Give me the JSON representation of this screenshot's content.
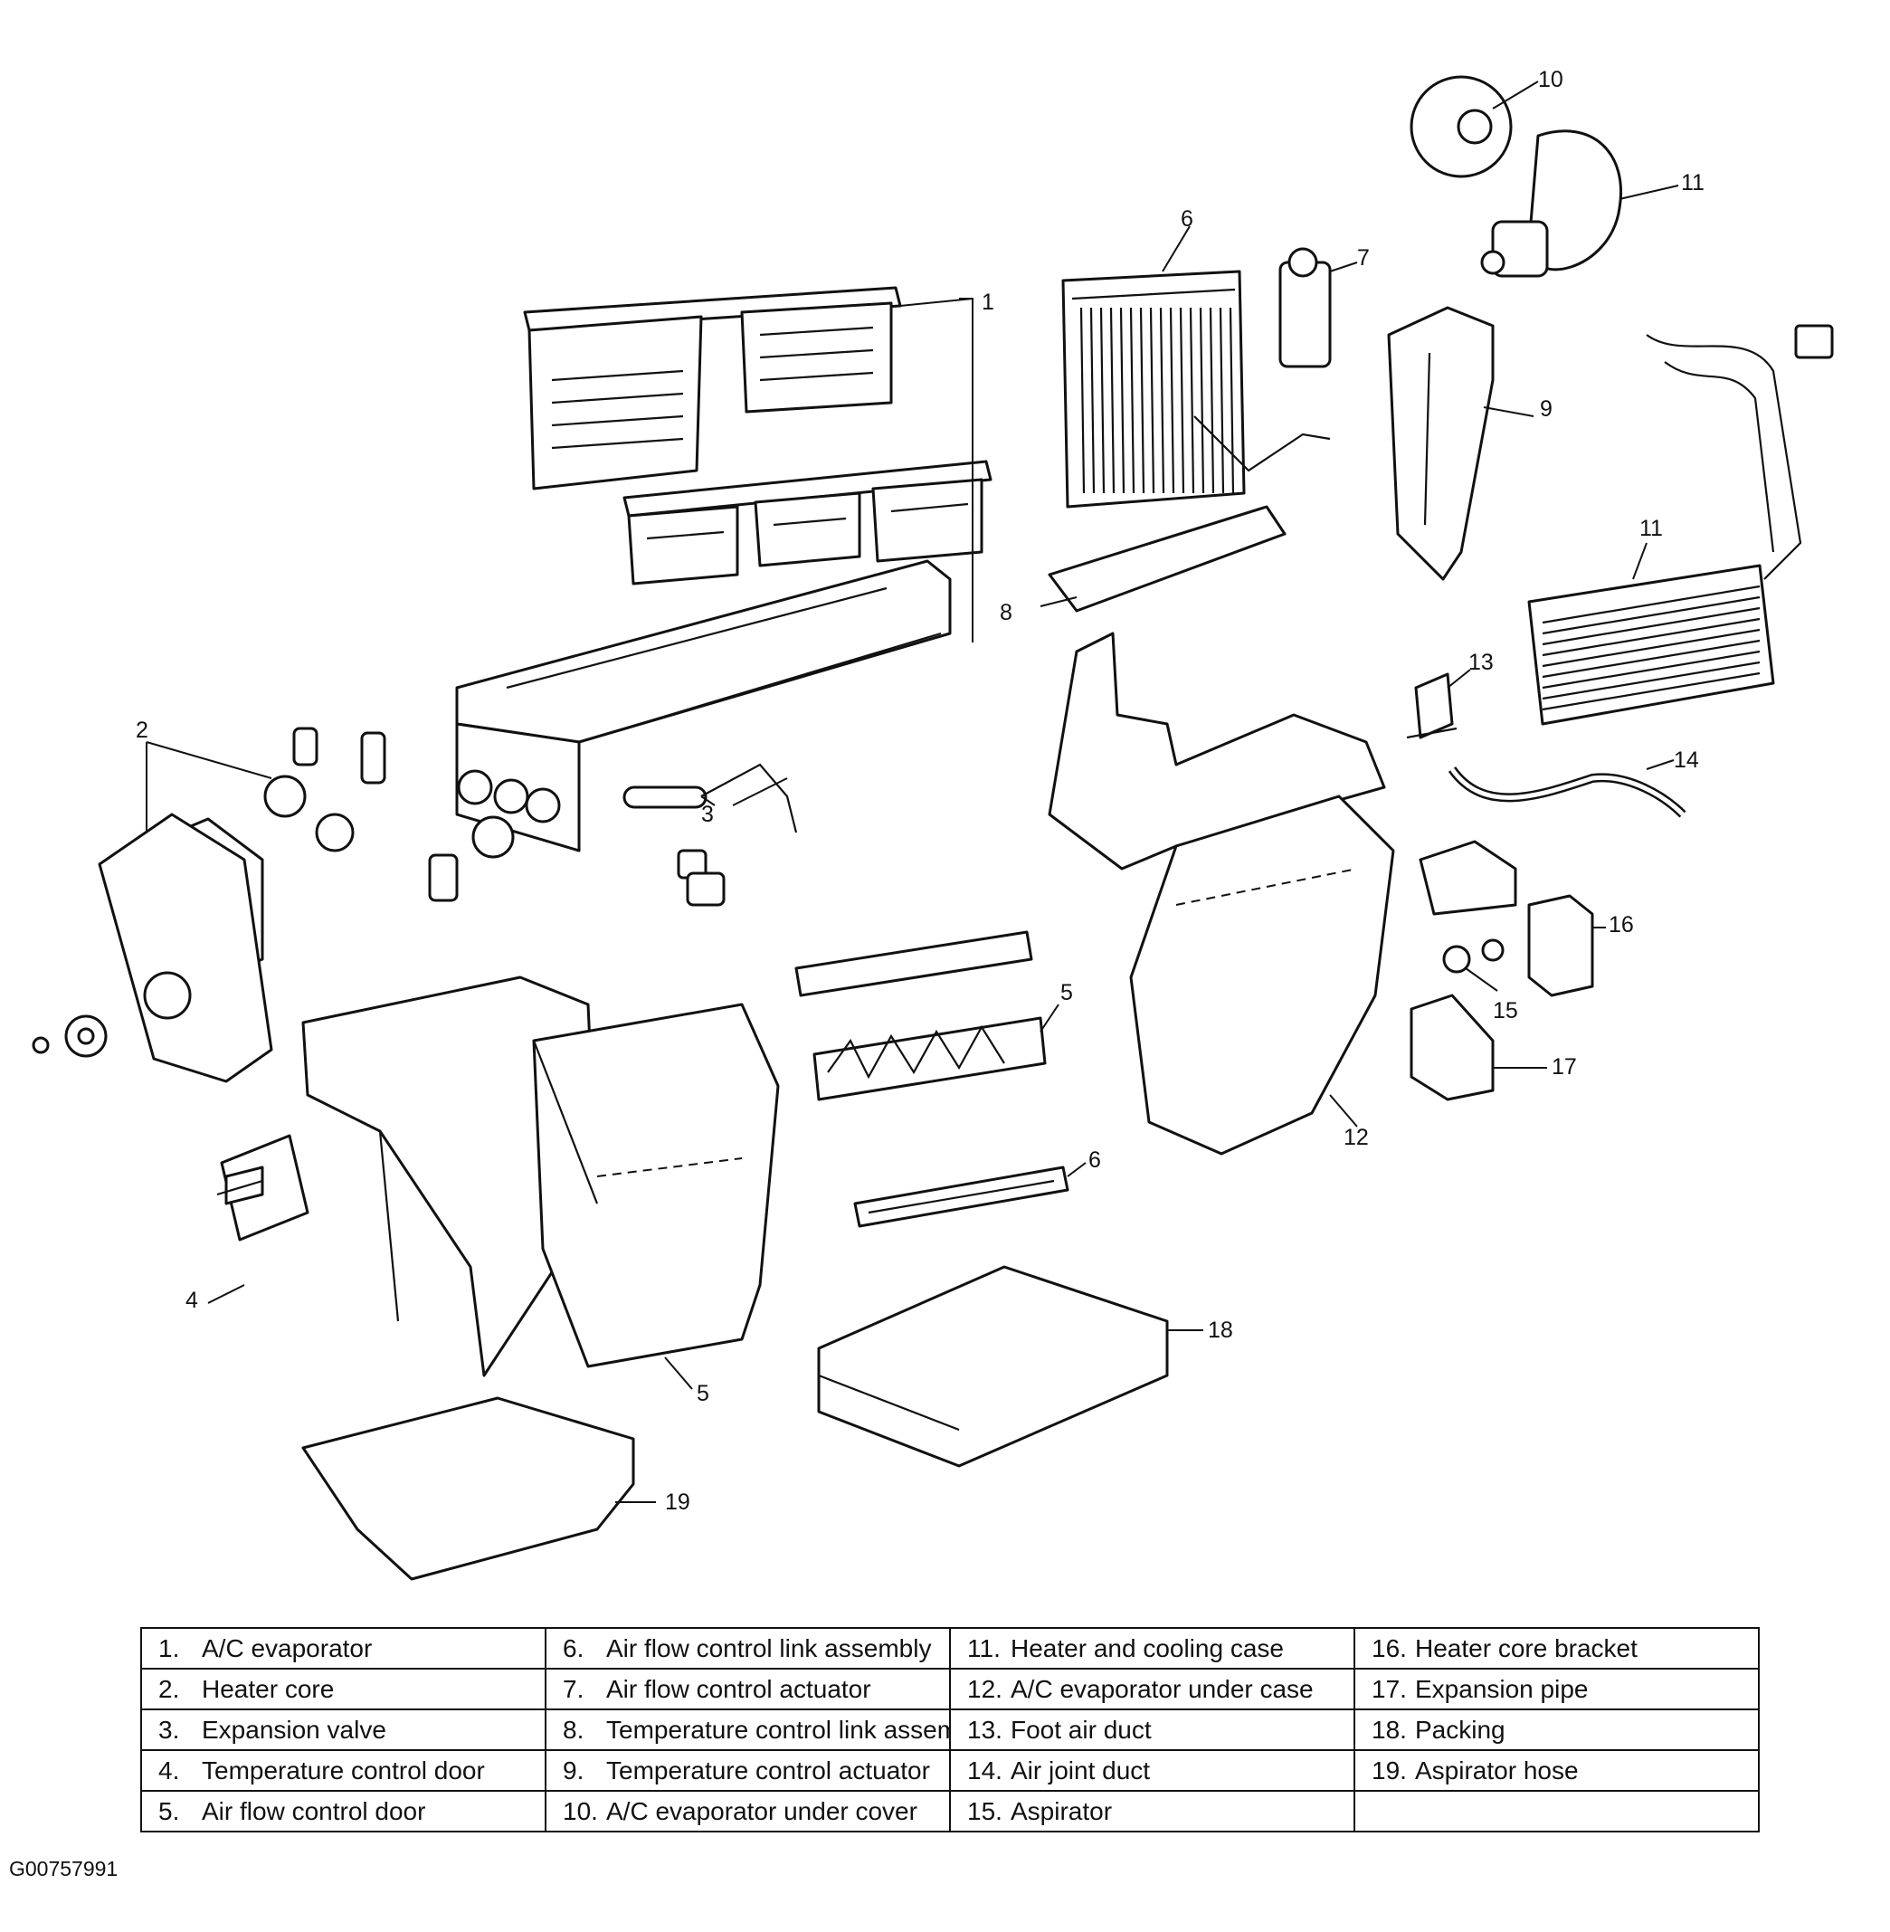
{
  "figure_code": "G00757991",
  "callouts": [
    "1",
    "2",
    "3",
    "4",
    "5",
    "5",
    "6",
    "6",
    "7",
    "8",
    "9",
    "10",
    "11",
    "11",
    "12",
    "13",
    "14",
    "15",
    "16",
    "17",
    "18",
    "19"
  ],
  "legend_columns": [
    [
      {
        "num": "1.",
        "label": "A/C evaporator"
      },
      {
        "num": "2.",
        "label": "Heater core"
      },
      {
        "num": "3.",
        "label": "Expansion valve"
      },
      {
        "num": "4.",
        "label": "Temperature control door"
      },
      {
        "num": "5.",
        "label": "Air flow control door"
      }
    ],
    [
      {
        "num": "6.",
        "label": "Air flow control link assembly"
      },
      {
        "num": "7.",
        "label": "Air flow control actuator"
      },
      {
        "num": "8.",
        "label": "Temperature control link assembly"
      },
      {
        "num": "9.",
        "label": "Temperature control actuator"
      },
      {
        "num": "10.",
        "label": "A/C evaporator under cover"
      }
    ],
    [
      {
        "num": "11.",
        "label": "Heater and cooling case"
      },
      {
        "num": "12.",
        "label": "A/C evaporator under case"
      },
      {
        "num": "13.",
        "label": "Foot air duct"
      },
      {
        "num": "14.",
        "label": "Air joint duct"
      },
      {
        "num": "15.",
        "label": "Aspirator"
      }
    ],
    [
      {
        "num": "16.",
        "label": "Heater core bracket"
      },
      {
        "num": "17.",
        "label": "Expansion pipe"
      },
      {
        "num": "18.",
        "label": "Packing"
      },
      {
        "num": "19.",
        "label": "Aspirator hose"
      },
      {
        "num": "",
        "label": ""
      }
    ]
  ]
}
